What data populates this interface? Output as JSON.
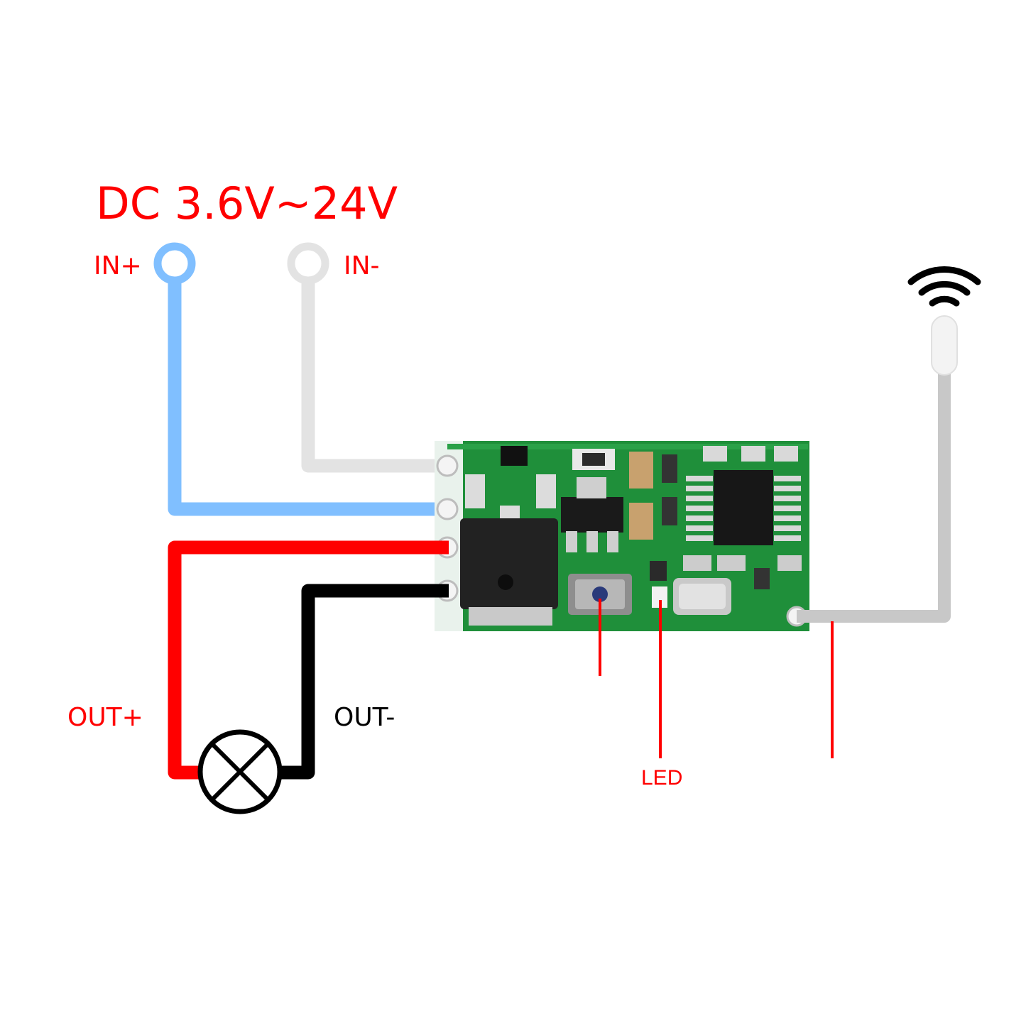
{
  "title": "DC 3.6V~24V",
  "labels": {
    "in_plus": "IN+",
    "in_minus": "IN-",
    "out_plus": "OUT+",
    "out_minus": "OUT-",
    "led": "LED"
  },
  "colors": {
    "in_plus_wire": "#80bfff",
    "in_minus_wire": "#e3e3e3",
    "out_plus_wire": "#ff0000",
    "out_minus_wire": "#000000",
    "antenna_wire": "#c8c8c8",
    "label_red": "#ff0000",
    "label_black": "#000000",
    "pcb": "#1f8f3a"
  },
  "icons": {
    "lamp": "lamp-symbol-icon",
    "wireless": "wifi-signal-icon"
  }
}
